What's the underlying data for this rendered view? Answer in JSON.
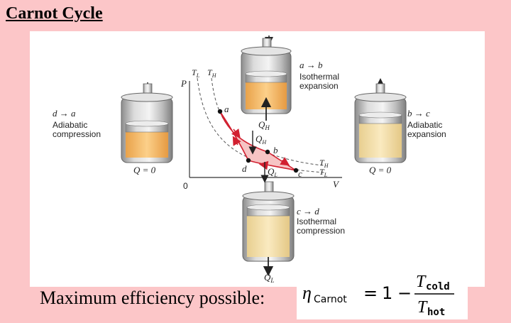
{
  "title": "Carnot Cycle",
  "footer": {
    "text": "Maximum efficiency possible:",
    "formula": {
      "lhs": "η",
      "lhs_sub": "Carnot",
      "equals": "=",
      "one": "1",
      "minus": "−",
      "num": "T",
      "num_sub": "cold",
      "den": "T",
      "den_sub": "hot"
    }
  },
  "diagram": {
    "left_step": {
      "from": "d",
      "arrow": "→",
      "to": "a",
      "line1": "Adiabatic",
      "line2": "compression",
      "heat": "Q = 0"
    },
    "top_step": {
      "from": "a",
      "arrow": "→",
      "to": "b",
      "line1": "Isothermal",
      "line2": "expansion",
      "heat": "Q",
      "heat_sub": "H"
    },
    "right_step": {
      "from": "b",
      "arrow": "→",
      "to": "c",
      "line1": "Adiabatic",
      "line2": "expansion",
      "heat": "Q = 0"
    },
    "bottom_step": {
      "from": "c",
      "arrow": "→",
      "to": "d",
      "line1": "Isothermal",
      "line2": "compression",
      "heat": "Q",
      "heat_sub": "L"
    },
    "pv": {
      "y_axis": "P",
      "x_axis": "V",
      "origin": "0",
      "iso_top_left": "T",
      "iso_top_left_sub": "L",
      "iso_top_right": "T",
      "iso_top_right_sub": "H",
      "iso_end_h": "T",
      "iso_end_h_sub": "H",
      "iso_end_l": "T",
      "iso_end_l_sub": "L",
      "points": [
        "a",
        "b",
        "c",
        "d"
      ],
      "q_in": "Q",
      "q_in_sub": "H",
      "q_out": "Q",
      "q_out_sub": "L"
    }
  },
  "colors": {
    "background": "#fcc6c8",
    "cycle_fill": "#f6c4c4",
    "cycle_stroke": "#d22030",
    "gas_hot": "#f8c070",
    "gas_cold": "#f3deaa"
  }
}
